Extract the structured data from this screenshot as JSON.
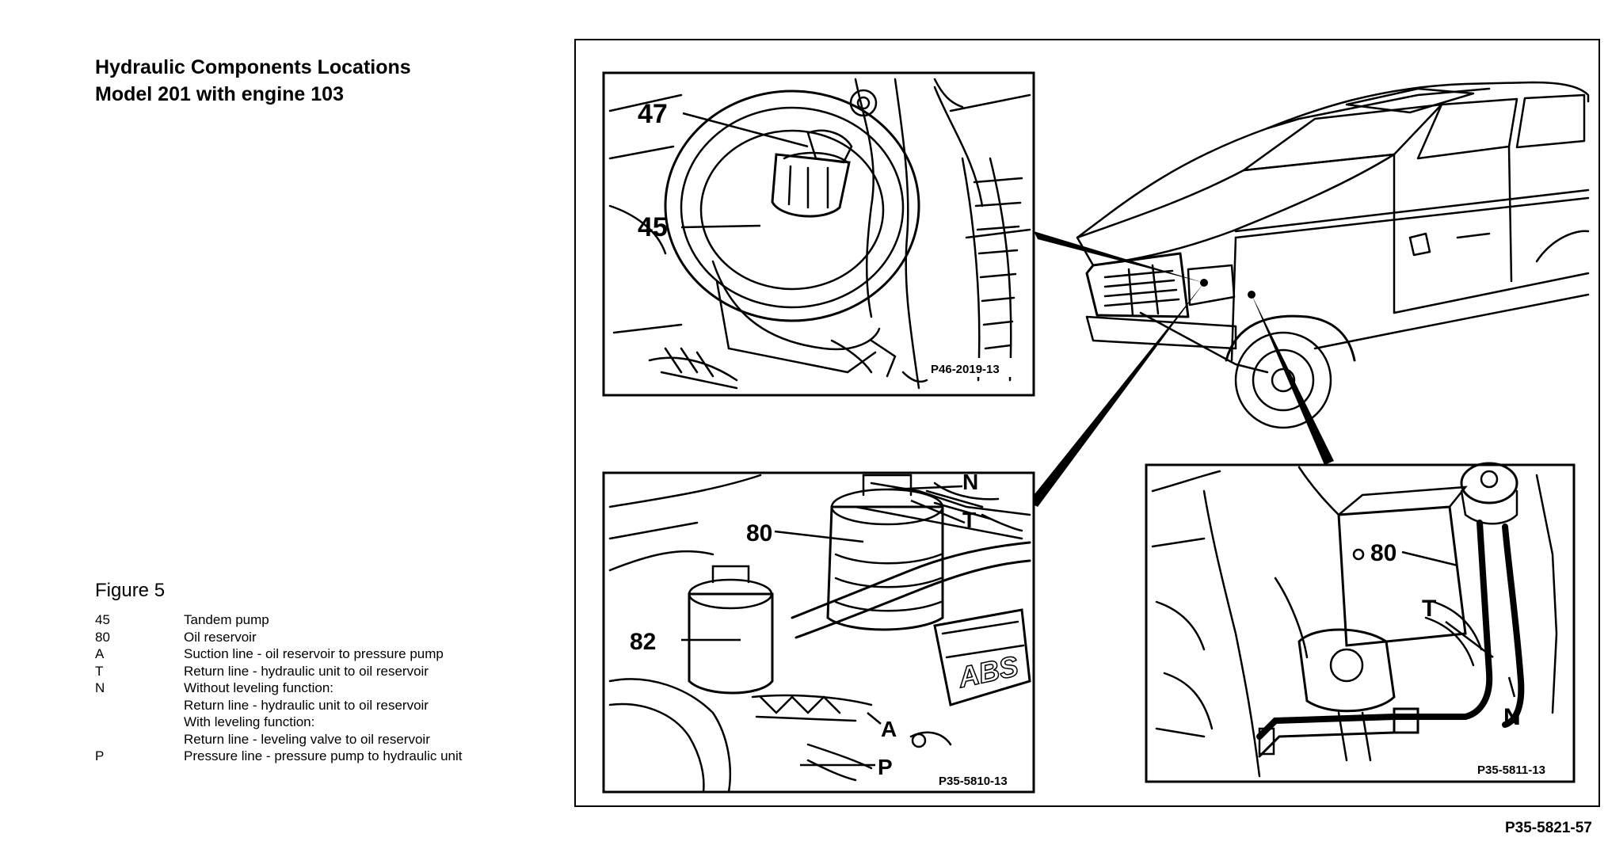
{
  "title": {
    "line1": "Hydraulic Components Locations",
    "line2": "Model 201 with engine 103"
  },
  "figure": {
    "label": "Figure 5",
    "legend": [
      {
        "key": "45",
        "desc": "Tandem pump"
      },
      {
        "key": "80",
        "desc": "Oil reservoir"
      },
      {
        "key": "A",
        "desc": "Suction line - oil reservoir to pressure pump"
      },
      {
        "key": "T",
        "desc": "Return line - hydraulic unit to oil reservoir"
      },
      {
        "key": "N",
        "desc": "Without leveling function:"
      },
      {
        "key": "",
        "desc": "Return line - hydraulic unit to oil reservoir"
      },
      {
        "key": "",
        "desc": "With leveling function:"
      },
      {
        "key": "",
        "desc": "Return line - leveling valve to oil reservoir"
      },
      {
        "key": "P",
        "desc": "Pressure line - pressure pump to hydraulic unit"
      }
    ]
  },
  "diagram": {
    "top_left": {
      "code": "P46-2019-13",
      "callouts": [
        "47",
        "45"
      ]
    },
    "bottom_left": {
      "code": "P35-5810-13",
      "callouts": [
        "80",
        "82",
        "N",
        "T",
        "A",
        "P"
      ],
      "badge": "ABS"
    },
    "bottom_right": {
      "code": "P35-5811-13",
      "callouts": [
        "80",
        "T",
        "N"
      ]
    }
  },
  "reference_code": "P35-5821-57"
}
